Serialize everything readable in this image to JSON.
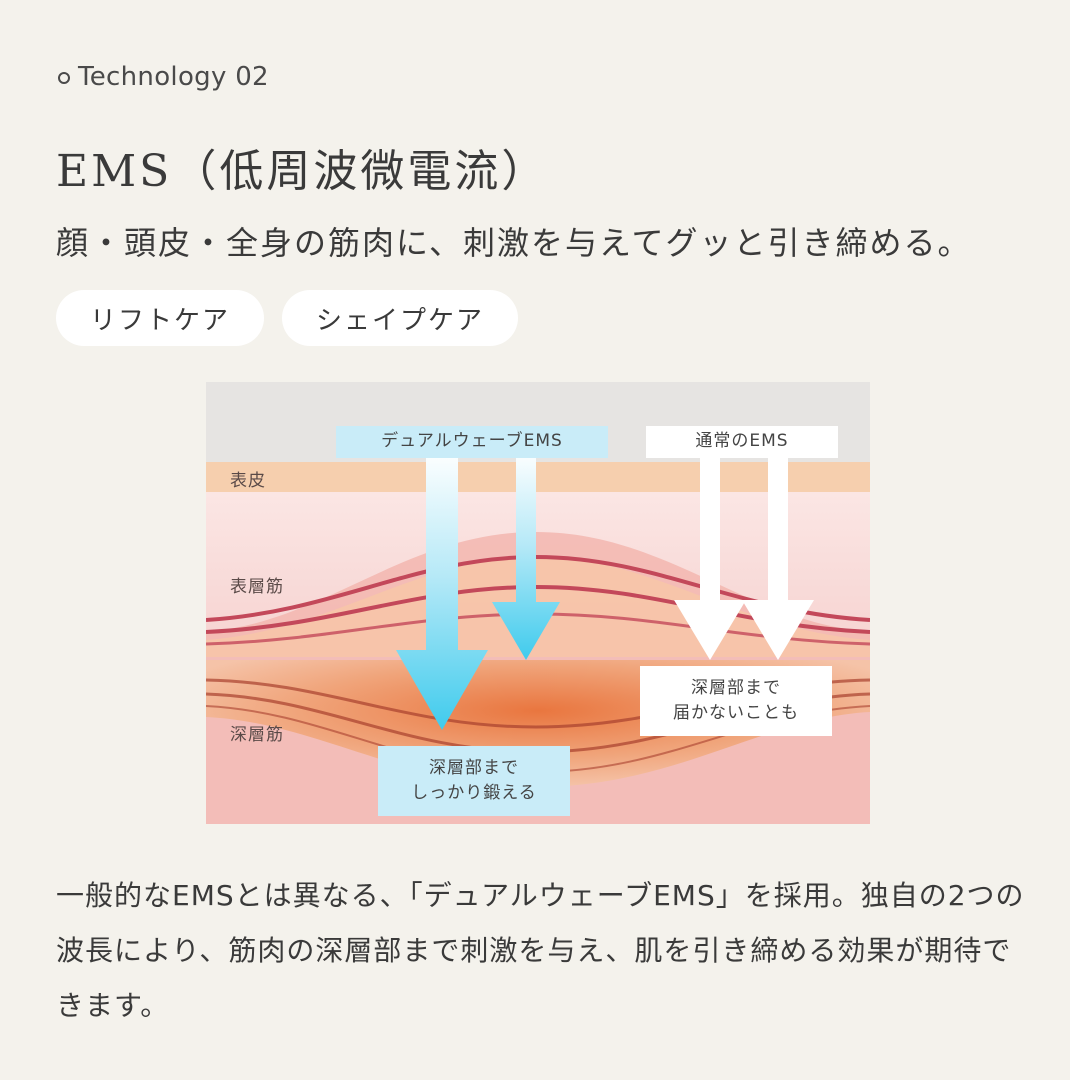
{
  "header": {
    "eyebrow": "Technology 02",
    "title": "EMS（低周波微電流）",
    "subtitle": "顔・頭皮・全身の筋肉に、刺激を与えてグッと引き締める。"
  },
  "tags": [
    {
      "label": "リフトケア"
    },
    {
      "label": "シェイプケア"
    }
  ],
  "diagram": {
    "layers": {
      "epidermis": "表皮",
      "superficial_muscle": "表層筋",
      "deep_muscle": "深層筋"
    },
    "dual_wave_label": "デュアルウェーブEMS",
    "normal_label": "通常のEMS",
    "dual_result": [
      "深層部まで",
      "しっかり鍛える"
    ],
    "normal_result": [
      "深層部まで",
      "届かないことも"
    ],
    "colors": {
      "top_band": "#e6e4e2",
      "epidermis": "#f6cfae",
      "superficial": "#f8dcdc",
      "deep": "#f3b9b4",
      "muscle_orange": "#ee9a6c",
      "muscle_line": "#c0384a",
      "arrow_blue": "#4fd0ee",
      "arrow_white": "#ffffff",
      "box_blue": "#c9ecf8"
    }
  },
  "body": {
    "paragraph": "一般的なEMSとは異なる、「デュアルウェーブEMS」を採用。独自の2つの波長により、筋肉の深層部まで刺激を与え、肌を引き締める効果が期待できます。"
  }
}
